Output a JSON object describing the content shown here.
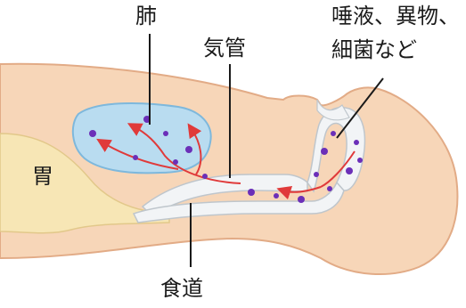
{
  "labels": {
    "lung": "肺",
    "trachea": "気管",
    "stomach": "胃",
    "esophagus": "食道",
    "saliva_line1": "唾液、異物、",
    "saliva_line2": "細菌など"
  },
  "colors": {
    "skin": "#f7d6b8",
    "skin_edge": "#e2ab86",
    "lung": "#b9dcf0",
    "stomach": "#f7e6b5",
    "airway": "#f2f4f6",
    "arrow": "#e03a3a",
    "particle": "#6b2fb8",
    "leader": "#1a1a1a"
  }
}
